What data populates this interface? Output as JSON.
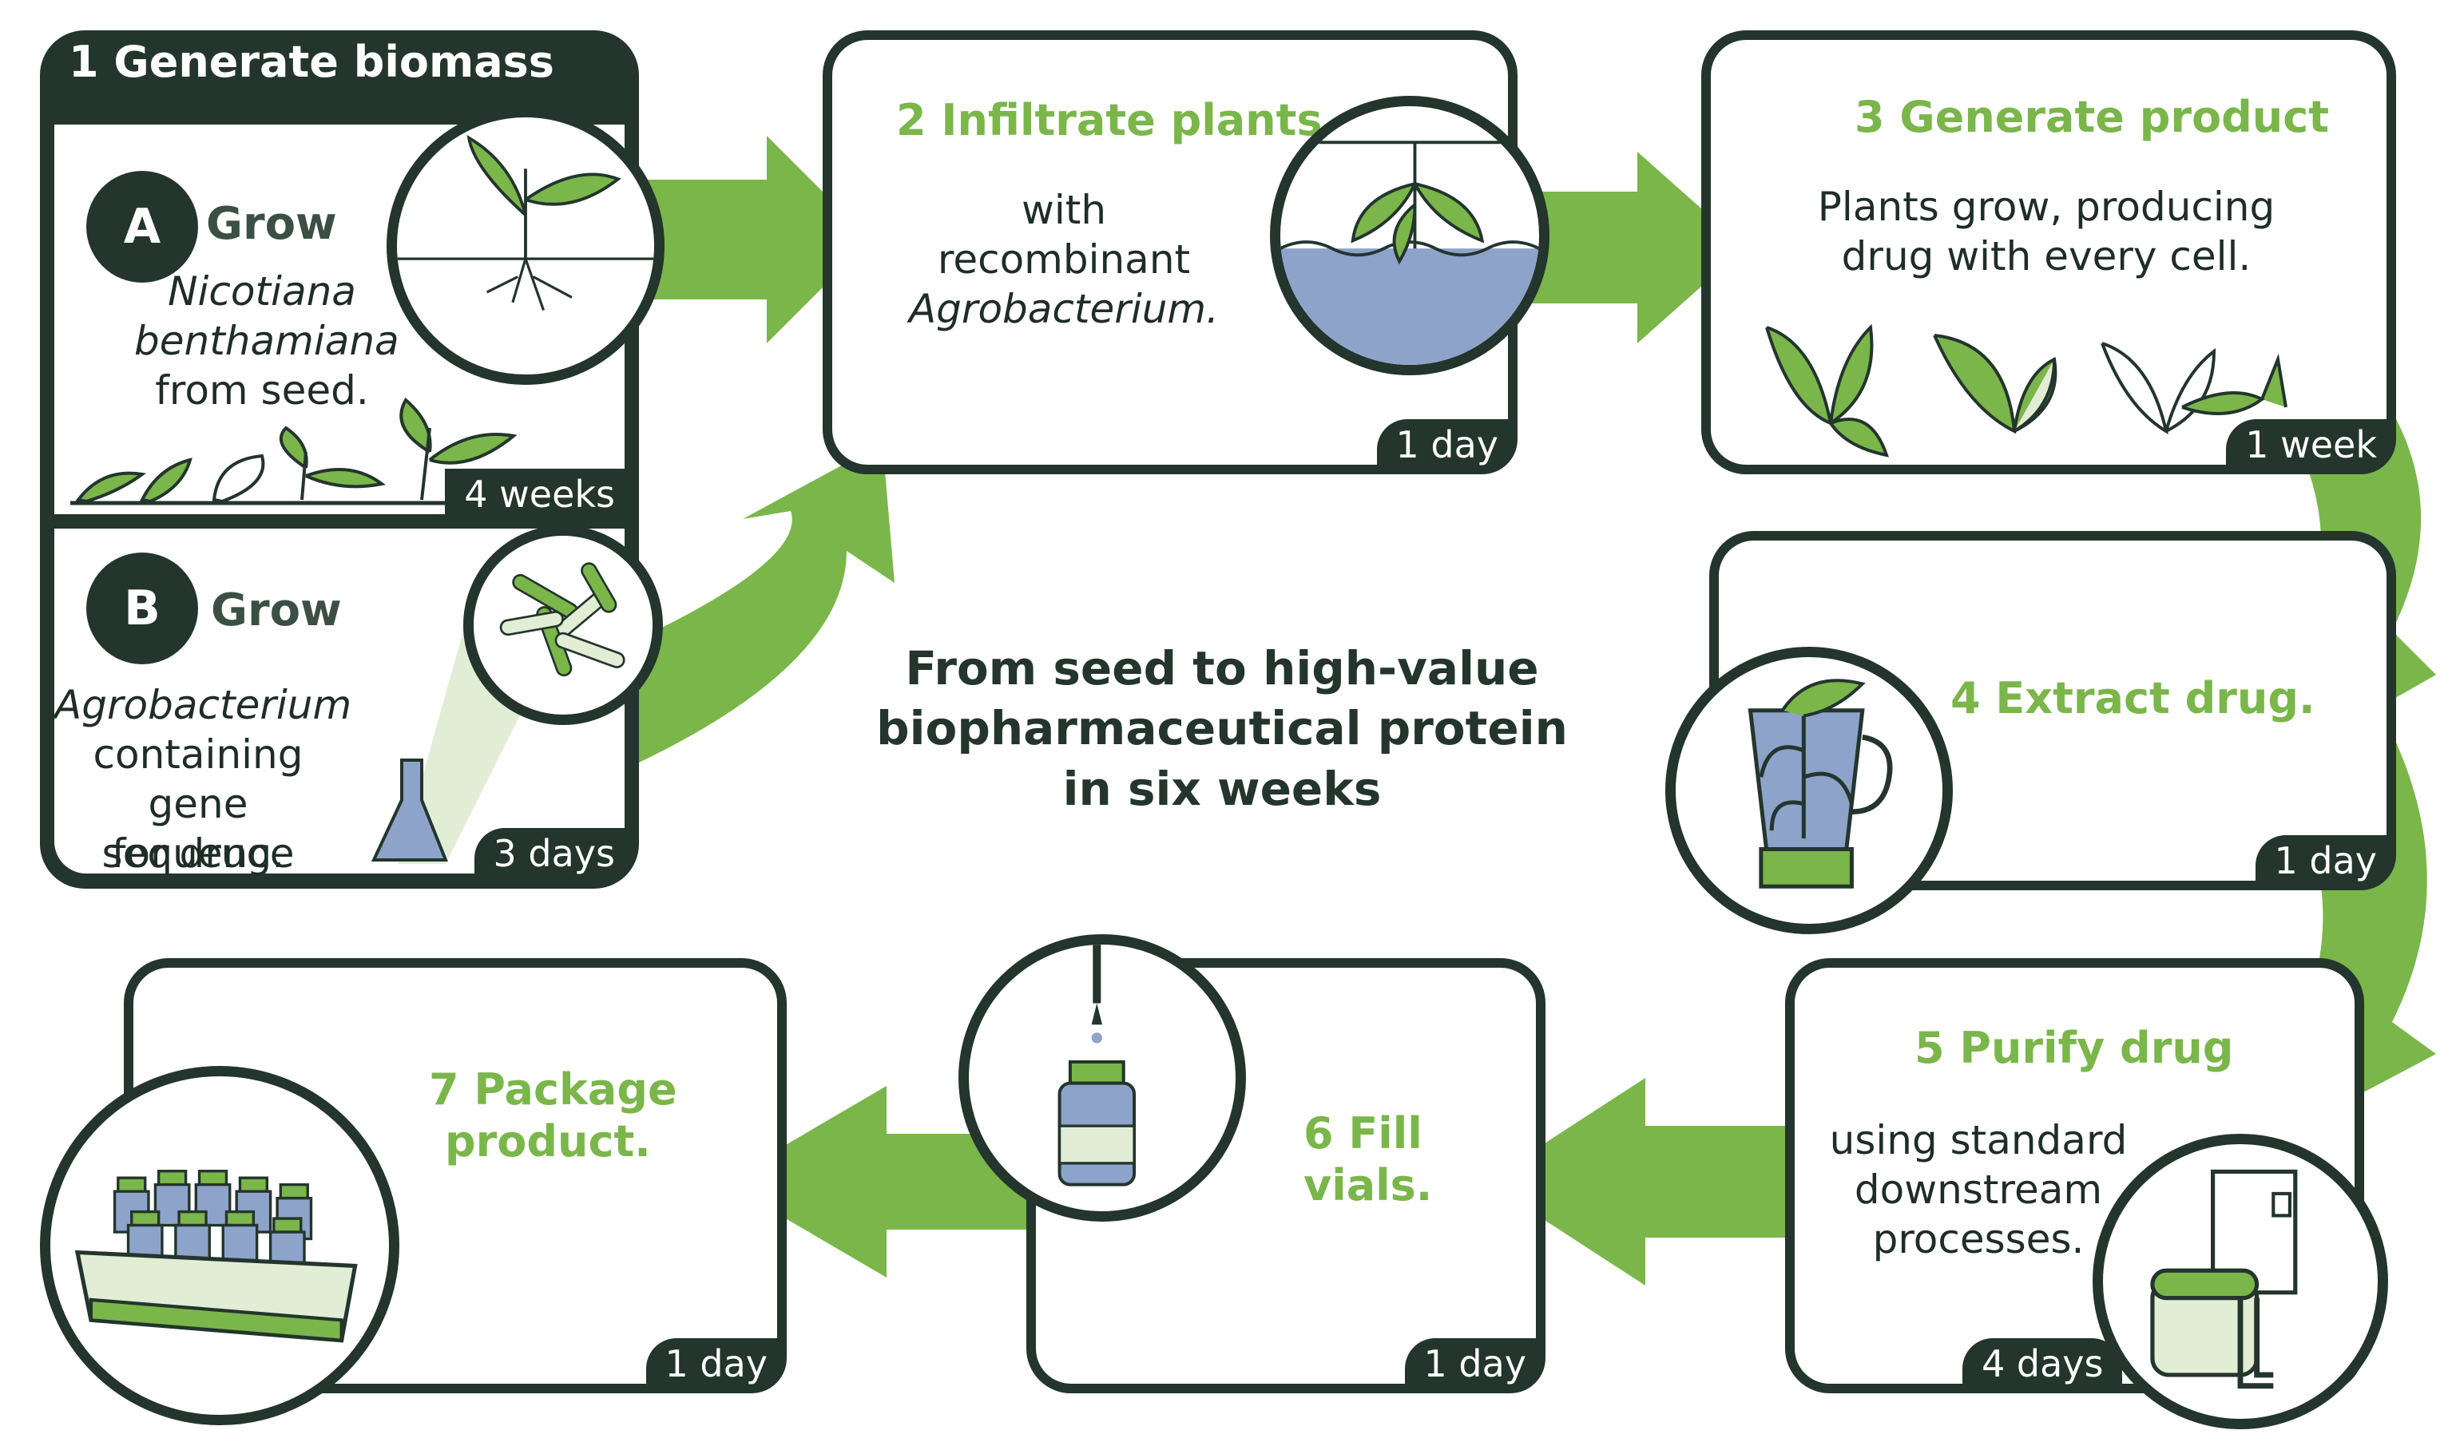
{
  "center_title": [
    "From seed to high-value",
    "biopharmaceutical protein",
    "in six weeks"
  ],
  "step1": {
    "header": "1 Generate biomass",
    "a": {
      "letter": "A",
      "grow": "Grow",
      "species_1": "Nicotiana",
      "species_2": "benthamiana",
      "rest": "from seed.",
      "duration": "4 weeks"
    },
    "b": {
      "letter": "B",
      "grow": "Grow",
      "organism": "Agrobacterium",
      "line1": "containing",
      "line2": "gene sequence",
      "line3": "for drug.",
      "duration": "3 days"
    }
  },
  "step2": {
    "num": "2",
    "title": "Infiltrate plants",
    "line1": "with",
    "line2": "recombinant",
    "line3": "Agrobacterium.",
    "duration": "1 day"
  },
  "step3": {
    "num": "3",
    "title": "Generate product",
    "line1": "Plants grow, producing",
    "line2": "drug with every cell.",
    "duration": "1 week"
  },
  "step4": {
    "num": "4",
    "title": "Extract drug.",
    "duration": "1 day"
  },
  "step5": {
    "num": "5",
    "title": "Purify drug",
    "line1": "using standard",
    "line2": "downstream",
    "line3": "processes.",
    "duration": "4 days"
  },
  "step6": {
    "num": "6",
    "title_1": "Fill",
    "title_2": "vials.",
    "duration": "1 day"
  },
  "step7": {
    "num": "7",
    "title_1": "Package",
    "title_2": "product.",
    "duration": "1 day"
  },
  "colors": {
    "dark": "#23352d",
    "green": "#7ab64a",
    "liquid": "#8ea3c9"
  }
}
